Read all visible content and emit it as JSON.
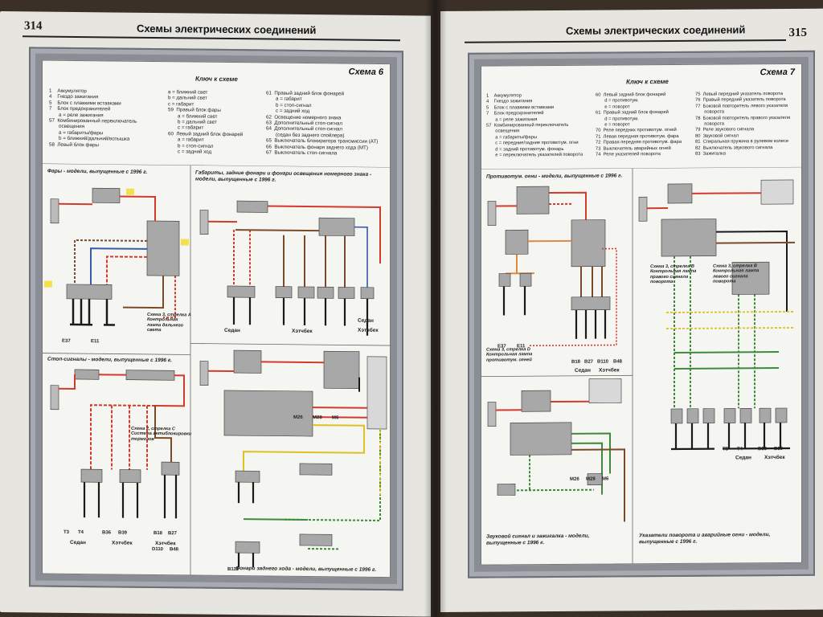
{
  "left_page": {
    "page_number": "314",
    "header_title": "Схемы электрических соединений",
    "schema_label": "Схема 6",
    "key_title": "Ключ к схеме",
    "key_col1": "1    Аккумулятор\n4    Гнездо зажигания\n5    Блок с плавкими вставками\n7    Блок предохранителей\n       a = реле зажигания\n57  Комбинированный переключатель\n       освещения\n       a = габариты/фары\n       b = ближний/дальний/вспышка\n58  Левый блок фары",
    "key_col2": "a = ближний свет\nb = дальний свет\nc = габарит\n59  Правый блок фары\n       a = ближний свет\n       b = дальний свет\n       c = габарит\n60  Левый задний блок фонарей\n       a = габарит\n       b = стоп-сигнал\n       c = задний ход",
    "key_col3": "61  Правый задний блок фонарей\n       a = габарит\n       b = стоп-сигнал\n       c = задний ход\n62  Освещение номерного знака\n63  Дополнительный стоп-сигнал\n64  Дополнительный стоп-сигнал\n       (седан без заднего спойлера)\n65  Выключатель блокиратора трансмиссии (AT)\n66  Выключатель фонаря заднего хода (MT)\n67  Выключатель стоп-сигнала",
    "diagrams": {
      "headlights": "Фары - модели, выпущенные с 1996 г.",
      "parking": "Габариты, задние фонари и фонари освещения номерного знака - модели, выпущенные с 1996 г.",
      "stop": "Стоп-сигналы - модели, выпущенные с 1996 г.",
      "reverse": "Фонари заднего хода - модели, выпущенные с 1996 г.",
      "note_a": "Схема 3, стрелка A\nКонтрольная\nлампа дальнего\nсвета",
      "note_c": "Схема 2, стрелка C\nСистема антиблокировки\nтормозов",
      "sedan": "Седан",
      "hatch": "Хэтчбек"
    },
    "ground_labels": [
      "E37",
      "E11",
      "T3",
      "T4",
      "B36",
      "B39",
      "B18",
      "B27",
      "D110",
      "B48",
      "M26",
      "M28",
      "M6",
      "B110"
    ]
  },
  "right_page": {
    "page_number": "315",
    "header_title": "Схемы электрических соединений",
    "schema_label": "Схема 7",
    "key_title": "Ключ к схеме",
    "key_col1": "1    Аккумулятор\n4    Гнездо зажигания\n5    Блок с плавкими вставками\n7    Блок предохранителей\n       a = реле зажигания\n57  Комбинированный переключатель\n       освещения\n       a = габариты/фары\n       c = передние/задние противотум. огни\n       d = задний противотум. фонарь\n       e = переключатель указателей поворота",
    "key_col2": "60  Левый задний блок фонарей\n       d = противотум.\n       e = поворот\n61  Правый задний блок фонарей\n       d = противотум.\n       e = поворот\n70  Реле передних противотум. огней\n71  Левая передняя противотум. фара\n72  Правая передняя противотум. фара\n73  Выключатель аварийных огней\n74  Реле указателей поворота",
    "key_col3": "75  Левый передний указатель поворота\n76  Правый передний указатель поворота\n77  Боковой повторитель левого указателя\n       поворота\n78  Боковой повторитель правого указателя\n       поворота\n79  Реле звукового сигнала\n80  Звуковой сигнал\n81  Спиральная пружина в рулевом колесе\n82  Выключатель звукового сигнала\n83  Зажигалка",
    "diagrams": {
      "fog": "Противотум. огни - модели, выпущенные с 1996 г.",
      "horn": "Звуковой сигнал и зажигалка - модели, выпущенные с 1996 г.",
      "indicators": "Указатели поворота и аварийные огни - модели, выпущенные с 1996 г.",
      "note_d": "Схема 3, стрелка D\nКонтрольная лампа\nпротивотум. огней",
      "note_b": "Схема 3, стрелка B\nКонтрольная лампа\nправого сигнала\nповорота",
      "note_b2": "Схема 3, стрелка B\nКонтрольная лампа\nлевого сигнала\nповорота",
      "sedan": "Седан",
      "hatch": "Хэтчбек"
    },
    "ground_labels": [
      "E37",
      "E11",
      "B18",
      "B27",
      "B110",
      "B48",
      "M26",
      "M28",
      "M6",
      "T3",
      "T4",
      "B36",
      "B39"
    ]
  },
  "colors": {
    "page": "#e6e5e0",
    "frame": "#8a8e94",
    "wire_red": "#d23a2c",
    "wire_brown": "#7a4a2a",
    "wire_green": "#3d8a3a",
    "wire_yellow": "#e0c020",
    "wire_black": "#1a1a1a",
    "wire_blue": "#3a5aa8",
    "component_fill": "#a8a8a8",
    "label_yellow": "#f3e04a"
  }
}
